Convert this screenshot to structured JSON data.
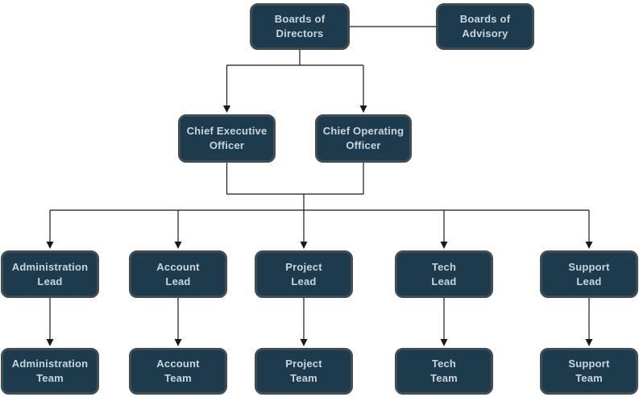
{
  "diagram": {
    "type": "org-chart",
    "canvas_bg": "#ffffff",
    "colors": {
      "canvas_bg": "#ffffff",
      "node_fill": "#1d3b4d",
      "node_border": "#424c54",
      "node_text": "#c9d5dc",
      "connector": "#191919"
    },
    "nodes": [
      {
        "id": "boards-of-directors",
        "label": "Boards of\nDirectors"
      },
      {
        "id": "boards-of-advisory",
        "label": "Boards of\nAdvisory"
      },
      {
        "id": "chief-executive-officer",
        "label": "Chief Executive\nOfficer"
      },
      {
        "id": "chief-operating-officer",
        "label": "Chief Operating\nOfficer"
      },
      {
        "id": "administration-lead",
        "label": "Administration\nLead"
      },
      {
        "id": "account-lead",
        "label": "Account\nLead"
      },
      {
        "id": "project-lead",
        "label": "Project\nLead"
      },
      {
        "id": "tech-lead",
        "label": "Tech\nLead"
      },
      {
        "id": "support-lead",
        "label": "Support\nLead"
      },
      {
        "id": "administration-team",
        "label": "Administration\nTeam"
      },
      {
        "id": "account-team",
        "label": "Account\nTeam"
      },
      {
        "id": "project-team",
        "label": "Project\nTeam"
      },
      {
        "id": "tech-team",
        "label": "Tech\nTeam"
      },
      {
        "id": "support-team",
        "label": "Support\nTeam"
      }
    ],
    "edges": [
      {
        "from": "boards-of-directors",
        "to": "boards-of-advisory",
        "arrow": false
      },
      {
        "from": "boards-of-directors",
        "to": "chief-executive-officer",
        "arrow": true
      },
      {
        "from": "boards-of-directors",
        "to": "chief-operating-officer",
        "arrow": true
      },
      {
        "from": [
          "chief-executive-officer",
          "chief-operating-officer"
        ],
        "to": "administration-lead",
        "arrow": true
      },
      {
        "from": [
          "chief-executive-officer",
          "chief-operating-officer"
        ],
        "to": "account-lead",
        "arrow": true
      },
      {
        "from": [
          "chief-executive-officer",
          "chief-operating-officer"
        ],
        "to": "project-lead",
        "arrow": true
      },
      {
        "from": [
          "chief-executive-officer",
          "chief-operating-officer"
        ],
        "to": "tech-lead",
        "arrow": true
      },
      {
        "from": [
          "chief-executive-officer",
          "chief-operating-officer"
        ],
        "to": "support-lead",
        "arrow": true
      },
      {
        "from": "administration-lead",
        "to": "administration-team",
        "arrow": true
      },
      {
        "from": "account-lead",
        "to": "account-team",
        "arrow": true
      },
      {
        "from": "project-lead",
        "to": "project-team",
        "arrow": true
      },
      {
        "from": "tech-lead",
        "to": "tech-team",
        "arrow": true
      },
      {
        "from": "support-lead",
        "to": "support-team",
        "arrow": true
      }
    ]
  }
}
